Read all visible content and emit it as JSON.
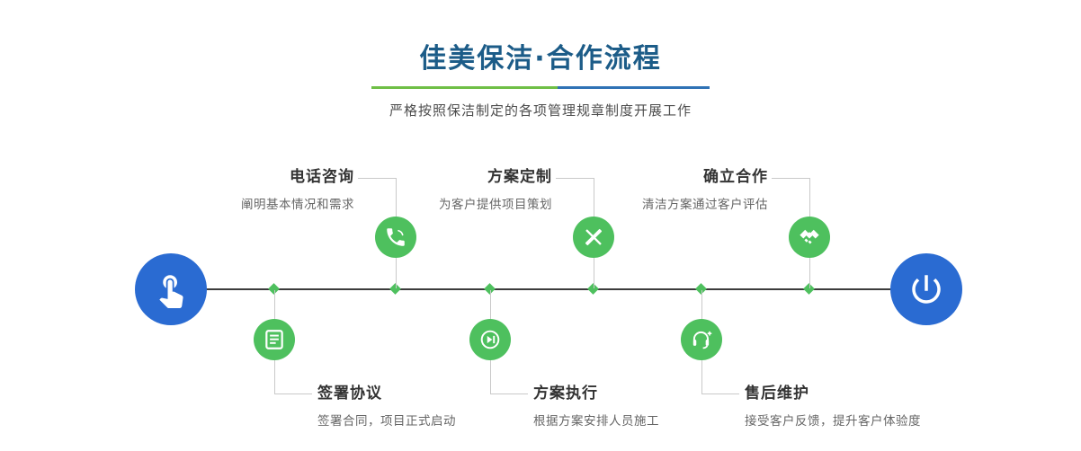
{
  "header": {
    "title": "佳美保洁·合作流程",
    "subtitle": "严格按照保洁制定的各项管理规章制度开展工作"
  },
  "colors": {
    "title_text": "#1c5c88",
    "accent_green": "#4ec05e",
    "accent_blue": "#2a6bd2",
    "underline_green": "#6fbf46",
    "underline_blue": "#2f72b5"
  },
  "timeline": {
    "start_icon": "hand-pointer-icon",
    "end_icon": "power-icon"
  },
  "steps_top": [
    {
      "title": "电话咨询",
      "desc": "阐明基本情况和需求",
      "icon": "phone-icon"
    },
    {
      "title": "方案定制",
      "desc": "为客户提供项目策划",
      "icon": "pencil-ruler-icon"
    },
    {
      "title": "确立合作",
      "desc": "清洁方案通过客户评估",
      "icon": "handshake-icon"
    }
  ],
  "steps_bottom": [
    {
      "title": "签署协议",
      "desc": "签署合同，项目正式启动",
      "icon": "document-icon"
    },
    {
      "title": "方案执行",
      "desc": "根据方案安排人员施工",
      "icon": "play-icon"
    },
    {
      "title": "售后维护",
      "desc": "接受客户反馈，提升客户体验度",
      "icon": "headset-icon"
    }
  ]
}
